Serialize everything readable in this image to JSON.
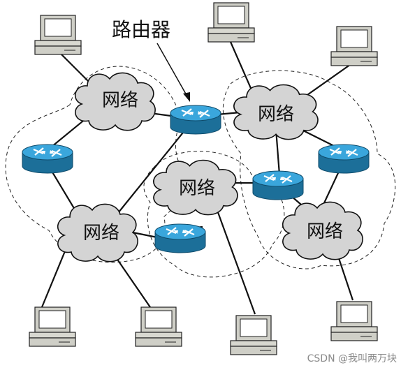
{
  "diagram": {
    "router_label": "路由器",
    "network_label": "网络",
    "watermark": "CSDN @我叫两万块",
    "colors": {
      "router_top": "#3aa6dc",
      "router_side": "#1c6f99",
      "cloud_fill": "#d4d4d4",
      "line": "#111111",
      "computer_body": "#cfcfc7"
    }
  }
}
